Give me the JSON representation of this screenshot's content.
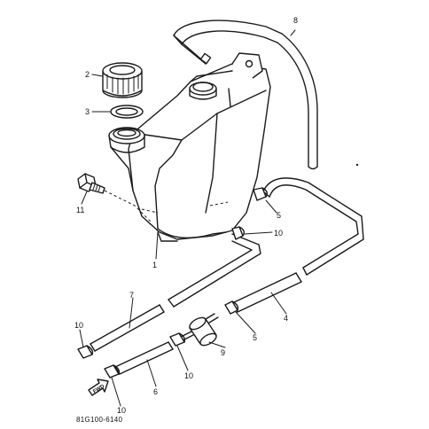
{
  "diagram": {
    "drawing_code": "81G100-6140",
    "fwd_label": "FWD",
    "callouts": [
      "1",
      "2",
      "3",
      "4",
      "5",
      "5",
      "6",
      "7",
      "8",
      "9",
      "10",
      "10",
      "10",
      "10",
      "11"
    ]
  }
}
